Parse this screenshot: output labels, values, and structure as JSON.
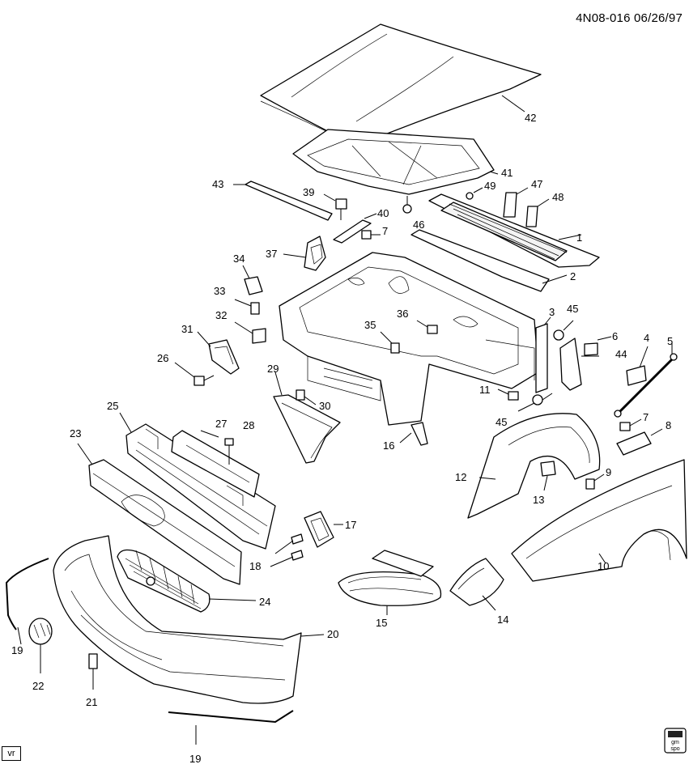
{
  "header": {
    "drawing_id": "4N08-016",
    "date": "06/26/97"
  },
  "footer": {
    "view_tag": "vr",
    "logo_text_line1": "gm",
    "logo_text_line2": "spo"
  },
  "callouts": {
    "c1": "1",
    "c2": "2",
    "c3": "3",
    "c4": "4",
    "c5": "5",
    "c6": "6",
    "c7a": "7",
    "c7b": "7",
    "c8": "8",
    "c9": "9",
    "c10": "10",
    "c11": "11",
    "c12": "12",
    "c13": "13",
    "c14": "14",
    "c15": "15",
    "c16": "16",
    "c17": "17",
    "c18": "18",
    "c19a": "19",
    "c19b": "19",
    "c20": "20",
    "c21": "21",
    "c22": "22",
    "c23": "23",
    "c24": "24",
    "c25": "25",
    "c26": "26",
    "c27": "27",
    "c28": "28",
    "c29": "29",
    "c30": "30",
    "c31": "31",
    "c32": "32",
    "c33": "33",
    "c34": "34",
    "c35": "35",
    "c36": "36",
    "c37": "37",
    "c39": "39",
    "c40": "40",
    "c41": "41",
    "c42": "42",
    "c43": "43",
    "c44": "44",
    "c45a": "45",
    "c45b": "45",
    "c46": "46",
    "c47": "47",
    "c48": "48",
    "c49": "49"
  }
}
